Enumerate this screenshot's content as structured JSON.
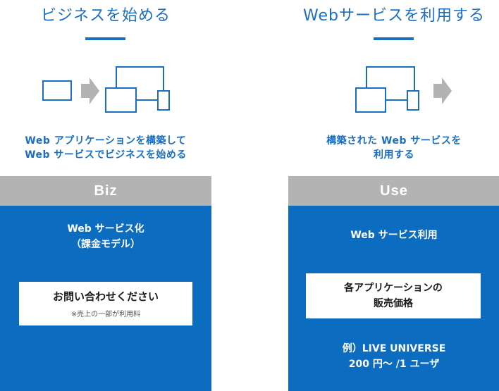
{
  "biz": {
    "heading": "ビジネスを始める",
    "desc_line1": "Web アプリケーションを構築して",
    "desc_line2": "Web サービスでビジネスを始める",
    "tag": "Biz",
    "panel_title_line1": "Web サービス化",
    "panel_title_line2": "（課金モデル）",
    "cta_label": "お問い合わせください",
    "cta_note": "※売上の一部が利用料"
  },
  "use": {
    "heading": "Webサービスを利用する",
    "desc_line1": "構築された Web サービスを",
    "desc_line2": "利用する",
    "tag": "Use",
    "panel_title": "Web サービス利用",
    "sales_line1": "各アプリケーションの",
    "sales_line2": "販売価格",
    "example_line1": "例）LIVE UNIVERSE",
    "example_line2": "200 円〜 /1 ユーザ"
  },
  "colors": {
    "accent": "#1a6fc0",
    "panel": "#0b6cc0",
    "tag": "#b3b3b3",
    "arrow": "#b3b3b3"
  }
}
